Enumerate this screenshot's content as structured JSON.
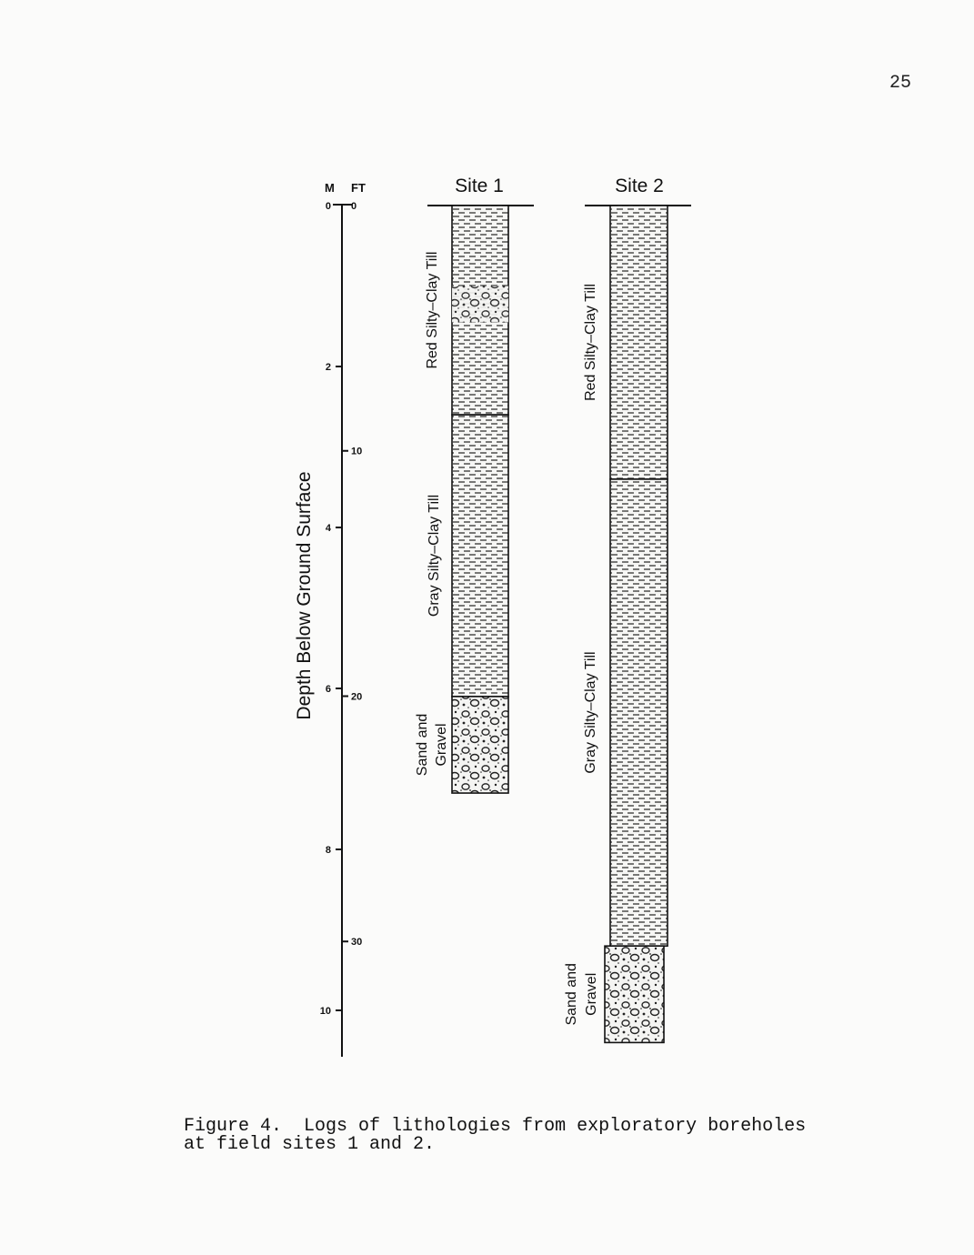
{
  "page_number": "25",
  "axis": {
    "label": "Depth Below Ground Surface",
    "unit_m": "M",
    "unit_ft": "FT",
    "m_ticks": [
      "0",
      "2",
      "4",
      "6",
      "8",
      "10"
    ],
    "ft_ticks": [
      "0",
      "10",
      "20",
      "30"
    ]
  },
  "sites": [
    {
      "name": "Site 1",
      "layers": [
        {
          "label": "Red Silty–Clay Till",
          "top_m": 0.0,
          "bottom_m": 2.6,
          "pattern": "till"
        },
        {
          "label": "Gray Silty–Clay Till",
          "top_m": 2.6,
          "bottom_m": 6.1,
          "pattern": "till"
        },
        {
          "label": "Sand and Gravel",
          "top_m": 6.1,
          "bottom_m": 7.3,
          "pattern": "gravel"
        }
      ],
      "gravel_lens": {
        "top_m": 1.0,
        "bottom_m": 1.45
      }
    },
    {
      "name": "Site 2",
      "layers": [
        {
          "label": "Red Silty–Clay Till",
          "top_m": 0.0,
          "bottom_m": 3.4,
          "pattern": "till"
        },
        {
          "label": "Gray Silty–Clay Till",
          "top_m": 3.4,
          "bottom_m": 9.2,
          "pattern": "till"
        },
        {
          "label": "Sand and Gravel",
          "top_m": 9.2,
          "bottom_m": 10.4,
          "pattern": "gravel"
        }
      ]
    }
  ],
  "caption": {
    "line1": "Figure 4.  Logs of lithologies from exploratory boreholes",
    "line2": "at field sites 1 and 2."
  }
}
